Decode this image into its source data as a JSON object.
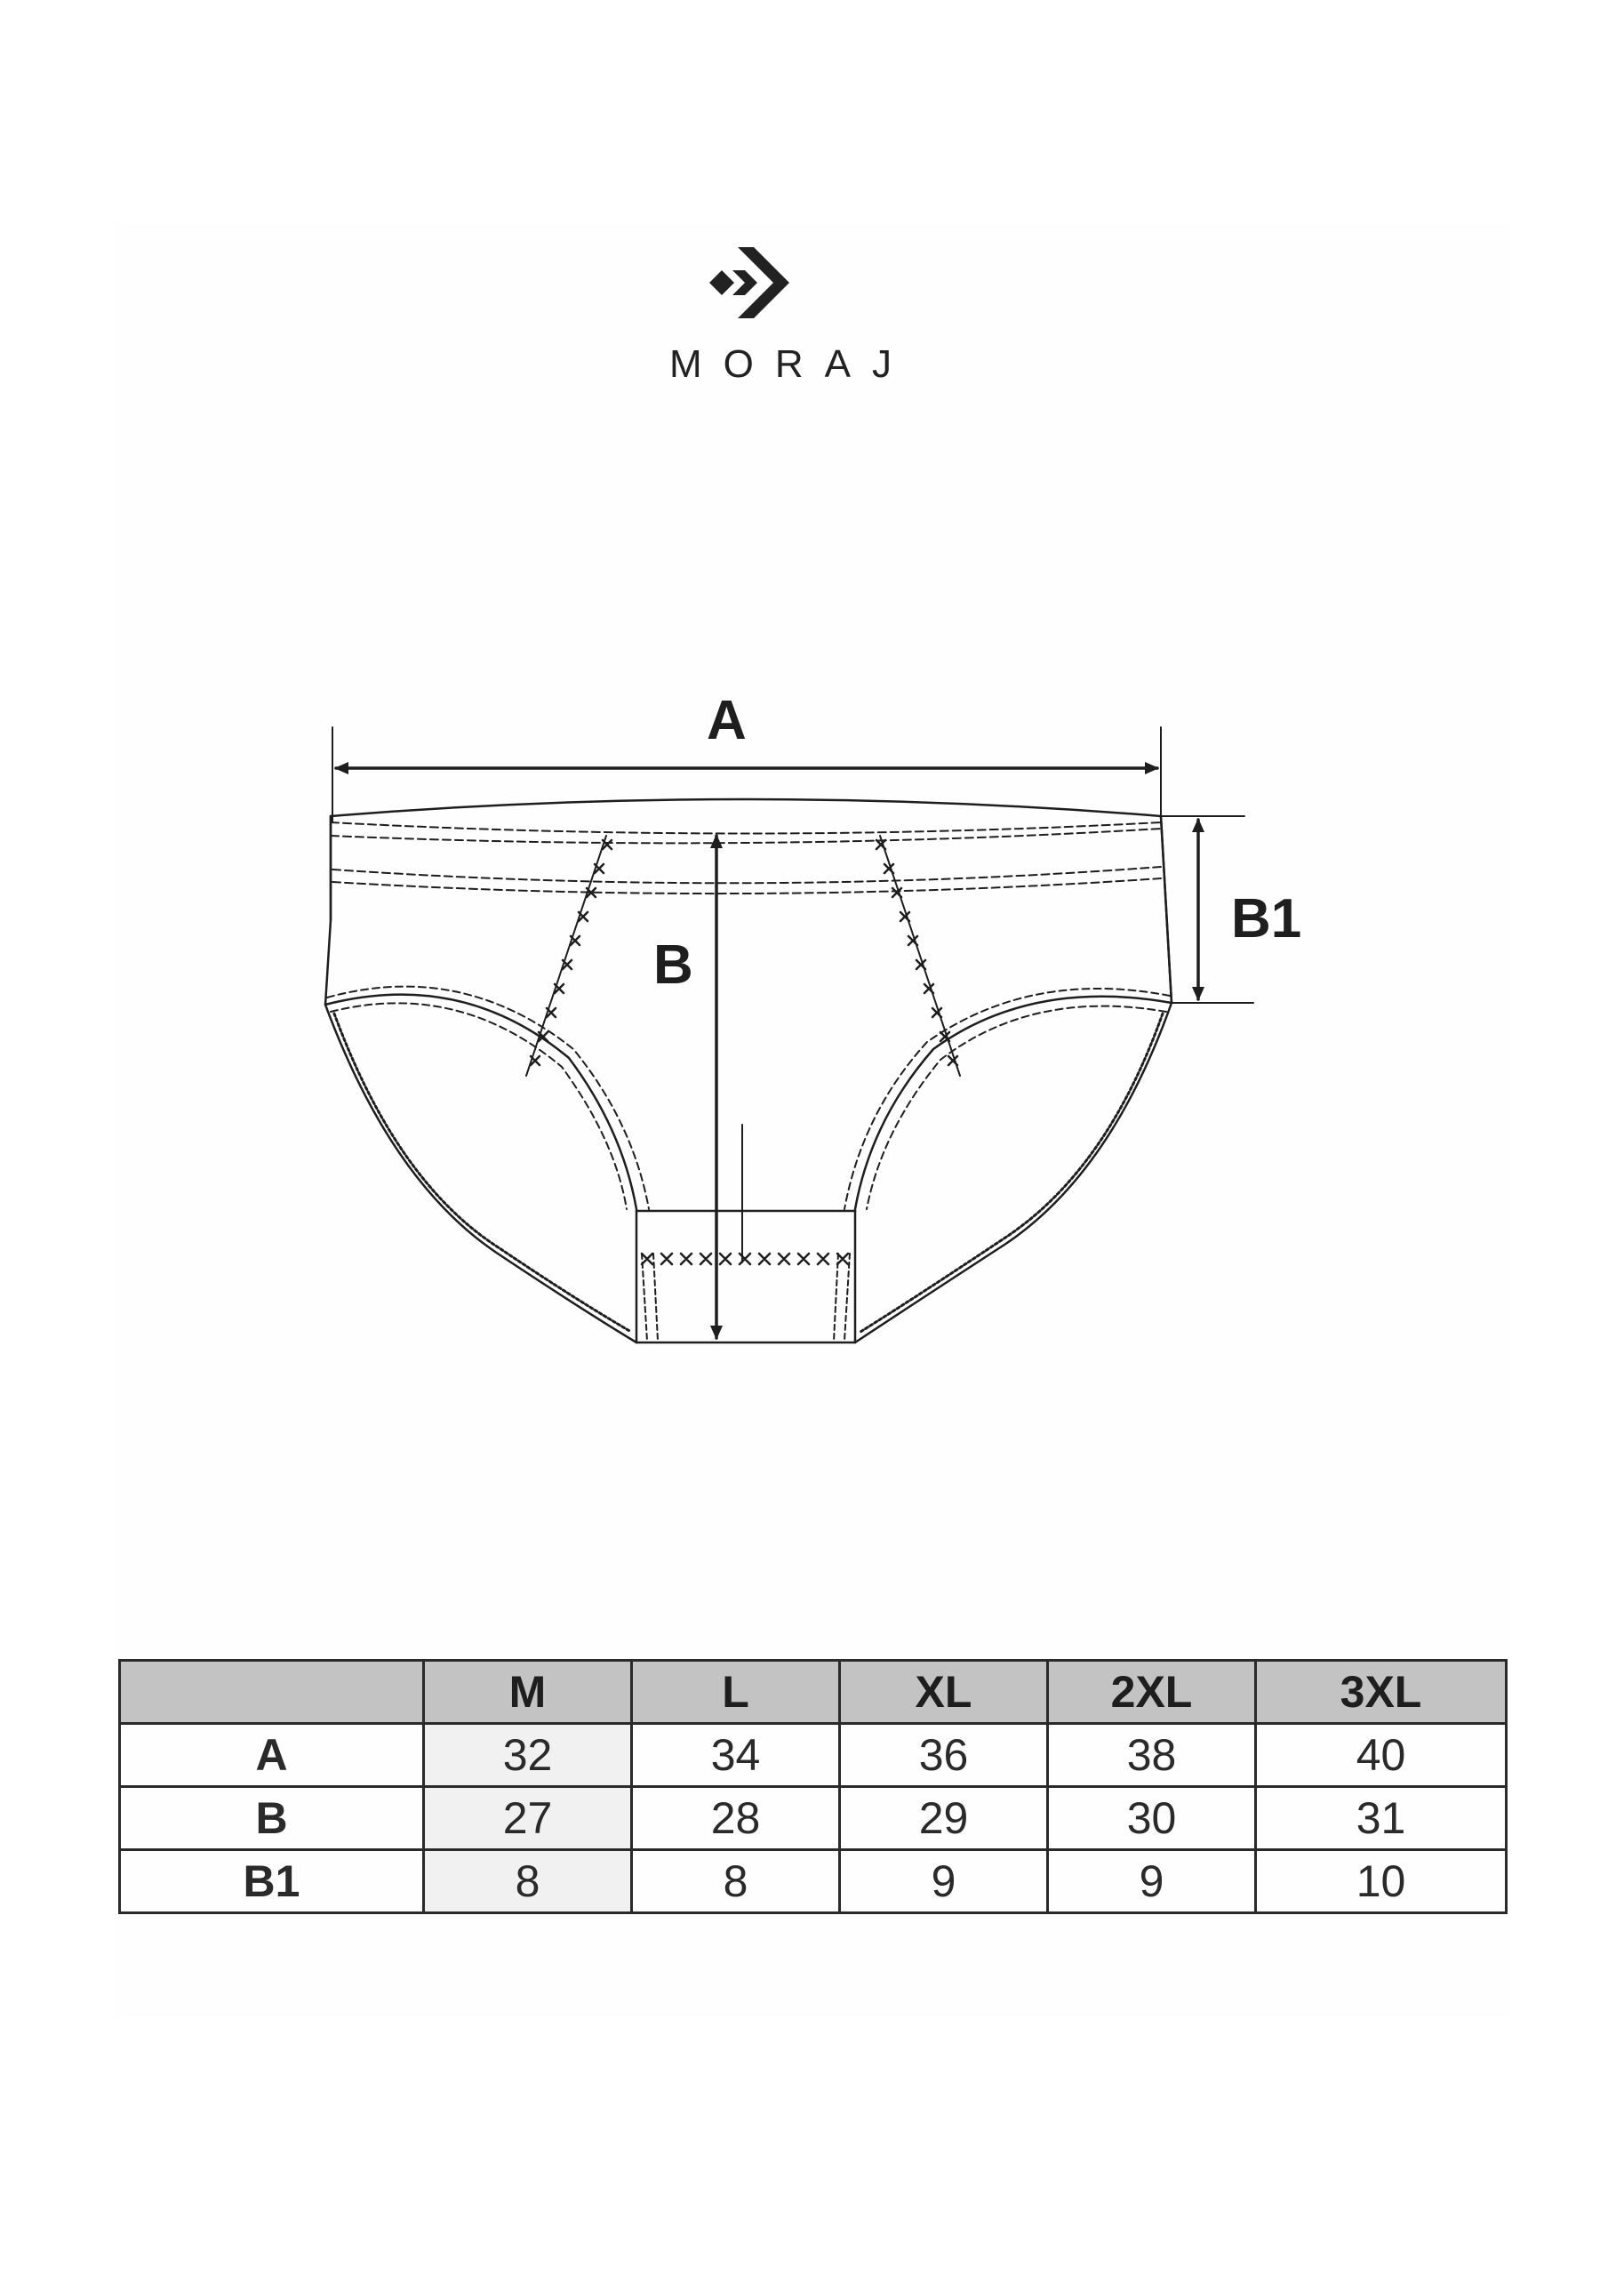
{
  "brand": {
    "name": "MORAJ",
    "logo_icon": "moraj-chevron-logo-icon"
  },
  "diagram": {
    "labels": {
      "a": "A",
      "b": "B",
      "b1": "B1"
    },
    "line_color": "#1e1e1e"
  },
  "size_table": {
    "header": [
      "",
      "M",
      "L",
      "XL",
      "2XL",
      "3XL"
    ],
    "rows": [
      {
        "label": "A",
        "values": [
          "32",
          "34",
          "36",
          "38",
          "40"
        ]
      },
      {
        "label": "B",
        "values": [
          "27",
          "28",
          "29",
          "30",
          "31"
        ]
      },
      {
        "label": "B1",
        "values": [
          "8",
          "8",
          "9",
          "9",
          "10"
        ]
      }
    ],
    "header_bg": "#c3c3c3",
    "highlight_bg": "#f1f1f1"
  }
}
